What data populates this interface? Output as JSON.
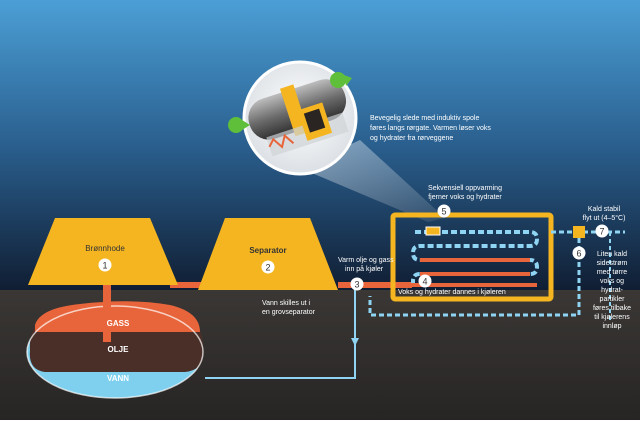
{
  "labels": {
    "wellhead": "Brønnhode",
    "separator": "Separator",
    "gas": "GASS",
    "oil": "OLJE",
    "water": "VANN"
  },
  "annotations": {
    "slide_line1": "Bevegelig slede med induktiv spole",
    "slide_line2": "føres langs rørgate. Varmen løser voks",
    "slide_line3": "og hydrater fra rørveggene",
    "seq_line1": "Sekvensiell oppvarming",
    "seq_line2": "fjerner voks og hydrater",
    "warm_line1": "Varm olje og gass",
    "warm_line2": "inn på kjøler",
    "water_sep_line1": "Vann skilles ut i",
    "water_sep_line2": "en grovseparator",
    "wax_forms": "Voks og hydrater dannes i kjøleren",
    "cold_line1": "Kald stabil",
    "cold_line2": "flyt ut (4–5°C)",
    "side_line1": "Liten kald",
    "side_line2": "sidestrøm",
    "side_line3": "med tørre",
    "side_line4": "voks og",
    "side_line5": "hydrat-",
    "side_line6": "partikler",
    "side_line7": "føres tilbake",
    "side_line8": "til kjølerens",
    "side_line9": "innløp"
  },
  "markers": [
    "1",
    "2",
    "3",
    "4",
    "5",
    "6",
    "7"
  ],
  "colors": {
    "sky_top": "#3f93cc",
    "sky_bottom": "#0f2a46",
    "ground": "#2e2c2b",
    "yellow": "#f4b521",
    "pipe_hot": "#e8643a",
    "pipe_cold": "#8fd4f2",
    "water": "#7ed0ee",
    "oil": "#4a2f28"
  },
  "icons": [
    "gear-arrow-icon",
    "heating-coil-icon"
  ]
}
